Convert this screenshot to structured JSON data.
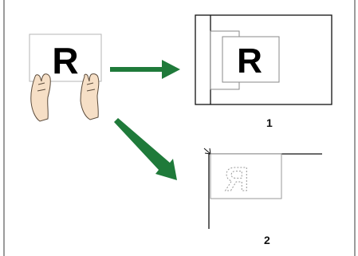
{
  "figure": {
    "original_letter": "R",
    "placement_letter": "R",
    "faint_letter": "R",
    "label_1": "1",
    "label_2": "2"
  },
  "colors": {
    "arrow": "#1f7a3a",
    "line": "#111111",
    "frame_gray": "#8a8a8a",
    "faint_letter": "#9a9a9a",
    "skin": "#f6dfc6"
  },
  "icons": {
    "hands": "hands-holding-paper-icon",
    "arrow_right": "arrow-right-icon",
    "arrow_down_right": "arrow-down-right-icon"
  }
}
